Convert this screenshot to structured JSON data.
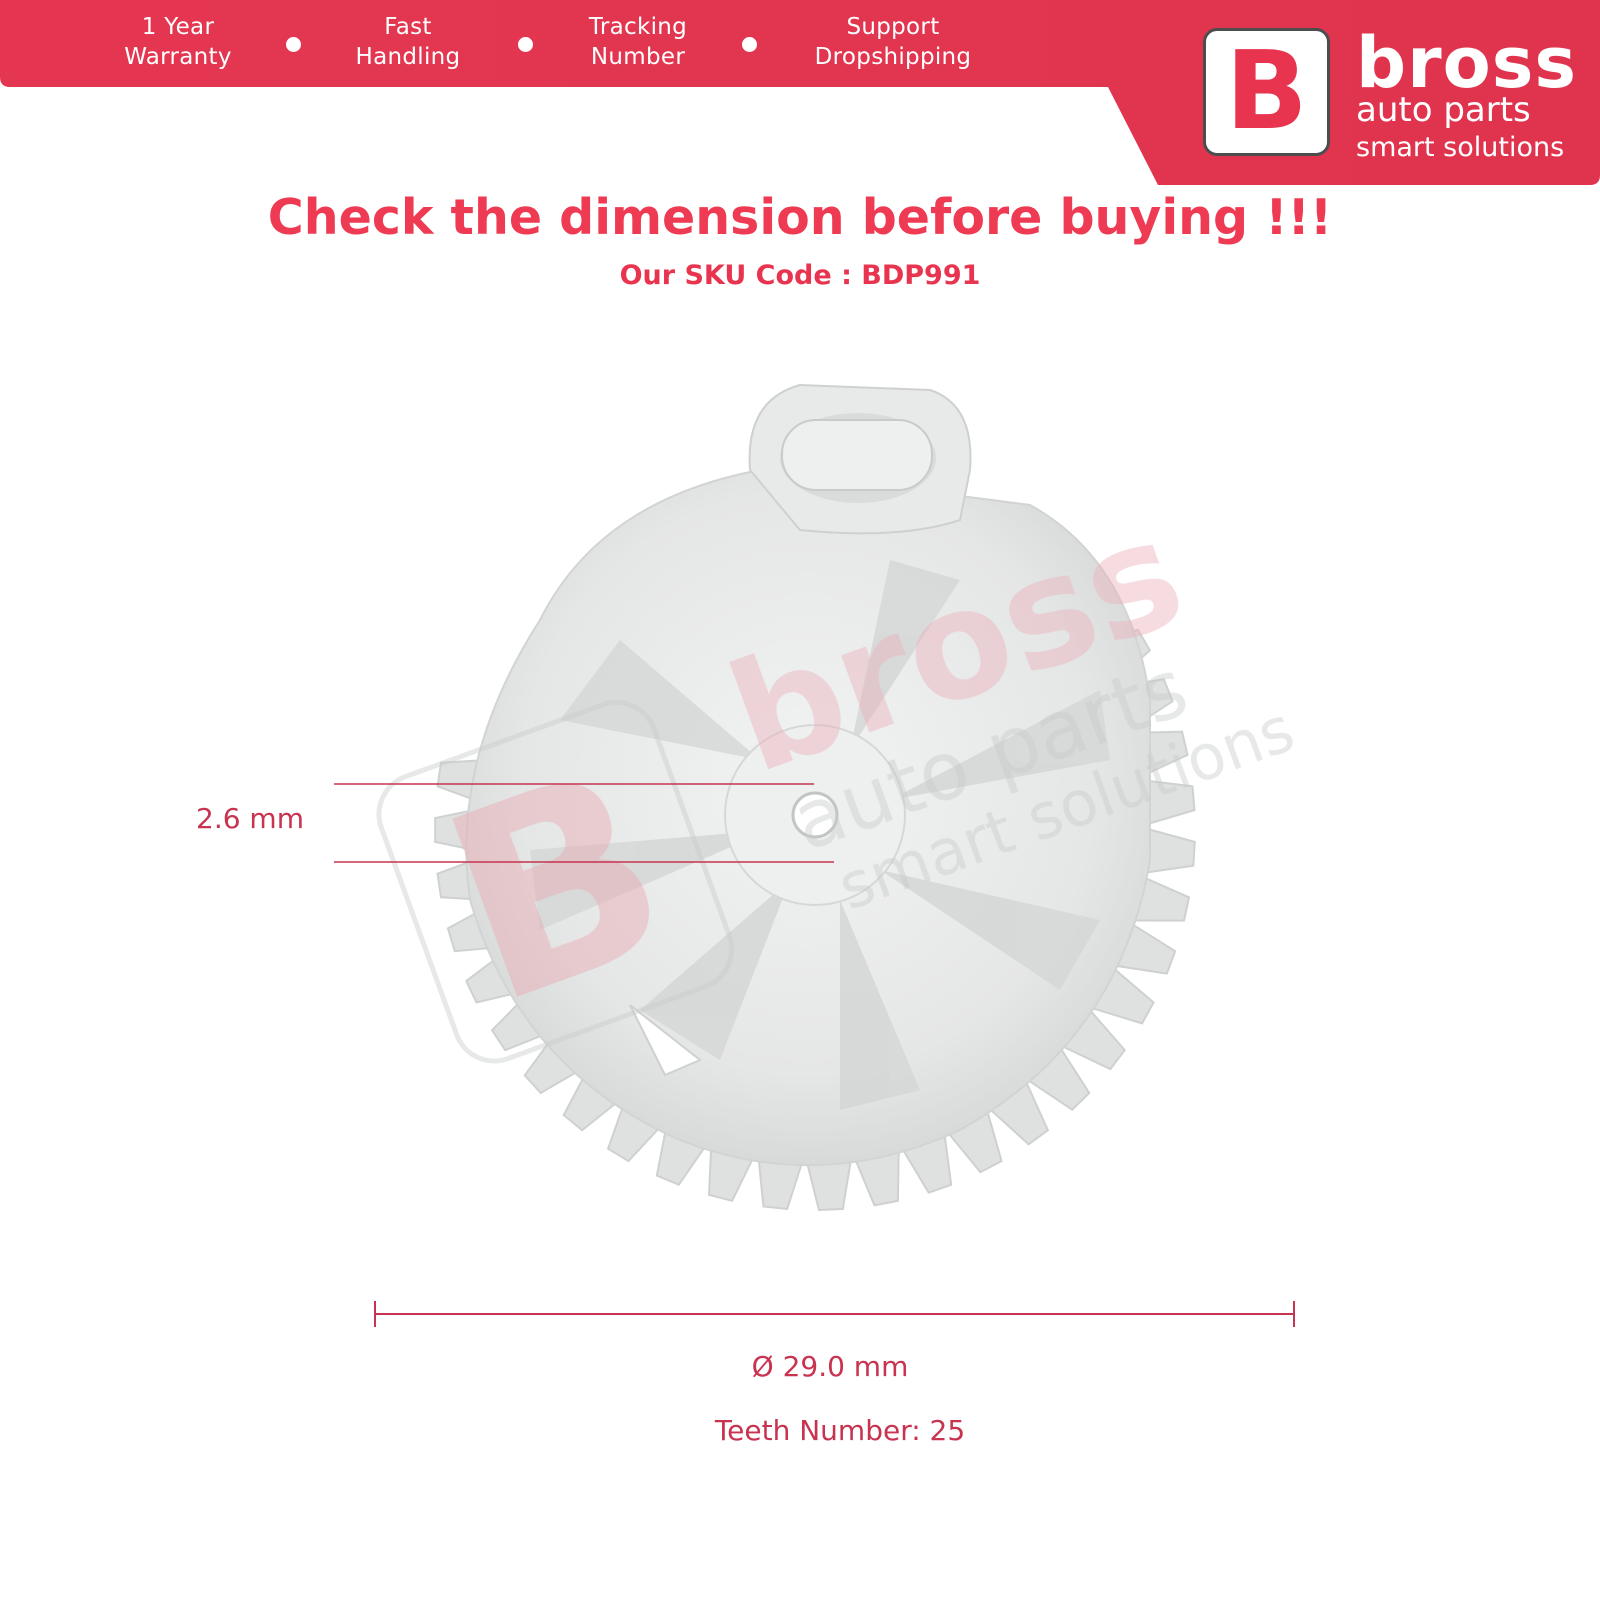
{
  "header": {
    "features": [
      {
        "line1": "1 Year",
        "line2": "Warranty"
      },
      {
        "line1": "Fast",
        "line2": "Handling"
      },
      {
        "line1": "Tracking",
        "line2": "Number"
      },
      {
        "line1": "Support",
        "line2": "Dropshipping"
      }
    ],
    "logo_letter": "B",
    "brand_name": "bross",
    "brand_line2": "auto parts",
    "brand_line3": "smart solutions"
  },
  "main": {
    "headline": "Check the dimension before buying !!!",
    "sku_line": "Our SKU Code : BDP991"
  },
  "product": {
    "thickness_label": "2.6 mm",
    "diameter_label": "Ø 29.0 mm",
    "teeth_label": "Teeth Number: 25"
  },
  "watermark": {
    "letter": "B",
    "line1": "bross",
    "line2": "auto parts",
    "line3": "smart solutions"
  },
  "colors": {
    "brand_red": "#e8344f",
    "dimension_red": "#c8334f"
  }
}
